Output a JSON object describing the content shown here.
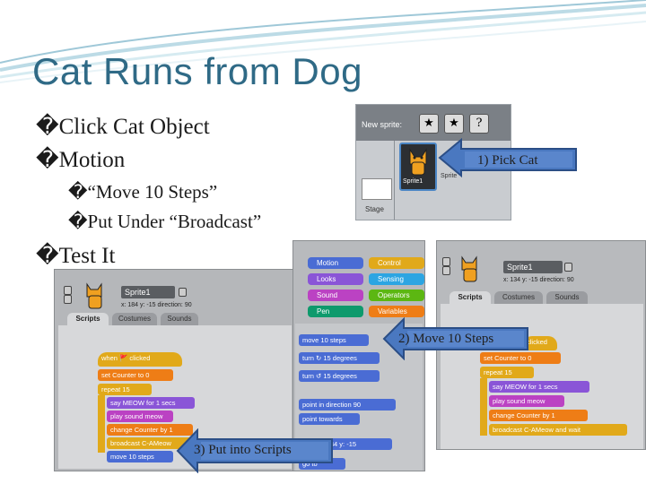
{
  "slide": {
    "title": "Cat Runs from Dog",
    "bullets": {
      "b1": "�Click Cat Object",
      "b2": "�Motion",
      "b3": "�“Move 10 Steps”",
      "b4": "�Put Under “Broadcast”",
      "b5": "�Test It"
    },
    "callouts": {
      "c1": "1) Pick Cat",
      "c2": "2) Move 10 Steps",
      "c3": "3) Put into Scripts"
    },
    "colors": {
      "title": "#2f6a86",
      "callout_fill": "#4a78c0",
      "callout_stroke": "#2b4e86"
    }
  },
  "sprite_panel": {
    "new_sprite_label": "New sprite:",
    "sprite_name": "Sprite1",
    "sprite2_name": "Sprite",
    "stage_label": "Stage",
    "icons": [
      "paint-sprite-icon",
      "star-sprite-icon",
      "random-sprite-icon"
    ]
  },
  "scratch_left": {
    "sprite_name": "Sprite1",
    "coords": "x: 184  y: -15   direction: 90",
    "tabs": [
      "Scripts",
      "Costumes",
      "Sounds"
    ],
    "blocks": {
      "hat": "when 🚩 clicked",
      "set": "set Counter to 0",
      "repeat": "repeat 15",
      "say": "say MEOW for 1 secs",
      "sound": "play sound meow",
      "change": "change Counter by 1",
      "broadcast": "broadcast C-AMeow",
      "move": "move 10 steps"
    }
  },
  "scratch_mid": {
    "categories": {
      "motion": "Motion",
      "control": "Control",
      "looks": "Looks",
      "sensing": "Sensing",
      "sound": "Sound",
      "operators": "Operators",
      "pen": "Pen",
      "variables": "Variables"
    },
    "blocks": {
      "move": "move 10 steps",
      "turn_cw": "turn ↻ 15 degrees",
      "turn_ccw": "turn ↺ 15 degrees",
      "point_dir": "point in direction 90",
      "point_towards": "point towards",
      "goto_xy": "go to x: 134 y: -15",
      "goto": "go to"
    }
  },
  "scratch_right": {
    "sprite_name": "Sprite1",
    "coords": "x: 134  y: -15   direction: 90",
    "tabs": [
      "Scripts",
      "Costumes",
      "Sounds"
    ],
    "blocks": {
      "hat": "clicked",
      "set": "set Counter to 0",
      "repeat": "repeat 15",
      "say": "say MEOW for 1 secs",
      "sound": "play sound meow",
      "change": "change Counter by 1",
      "broadcast": "broadcast C-AMeow and wait"
    }
  }
}
